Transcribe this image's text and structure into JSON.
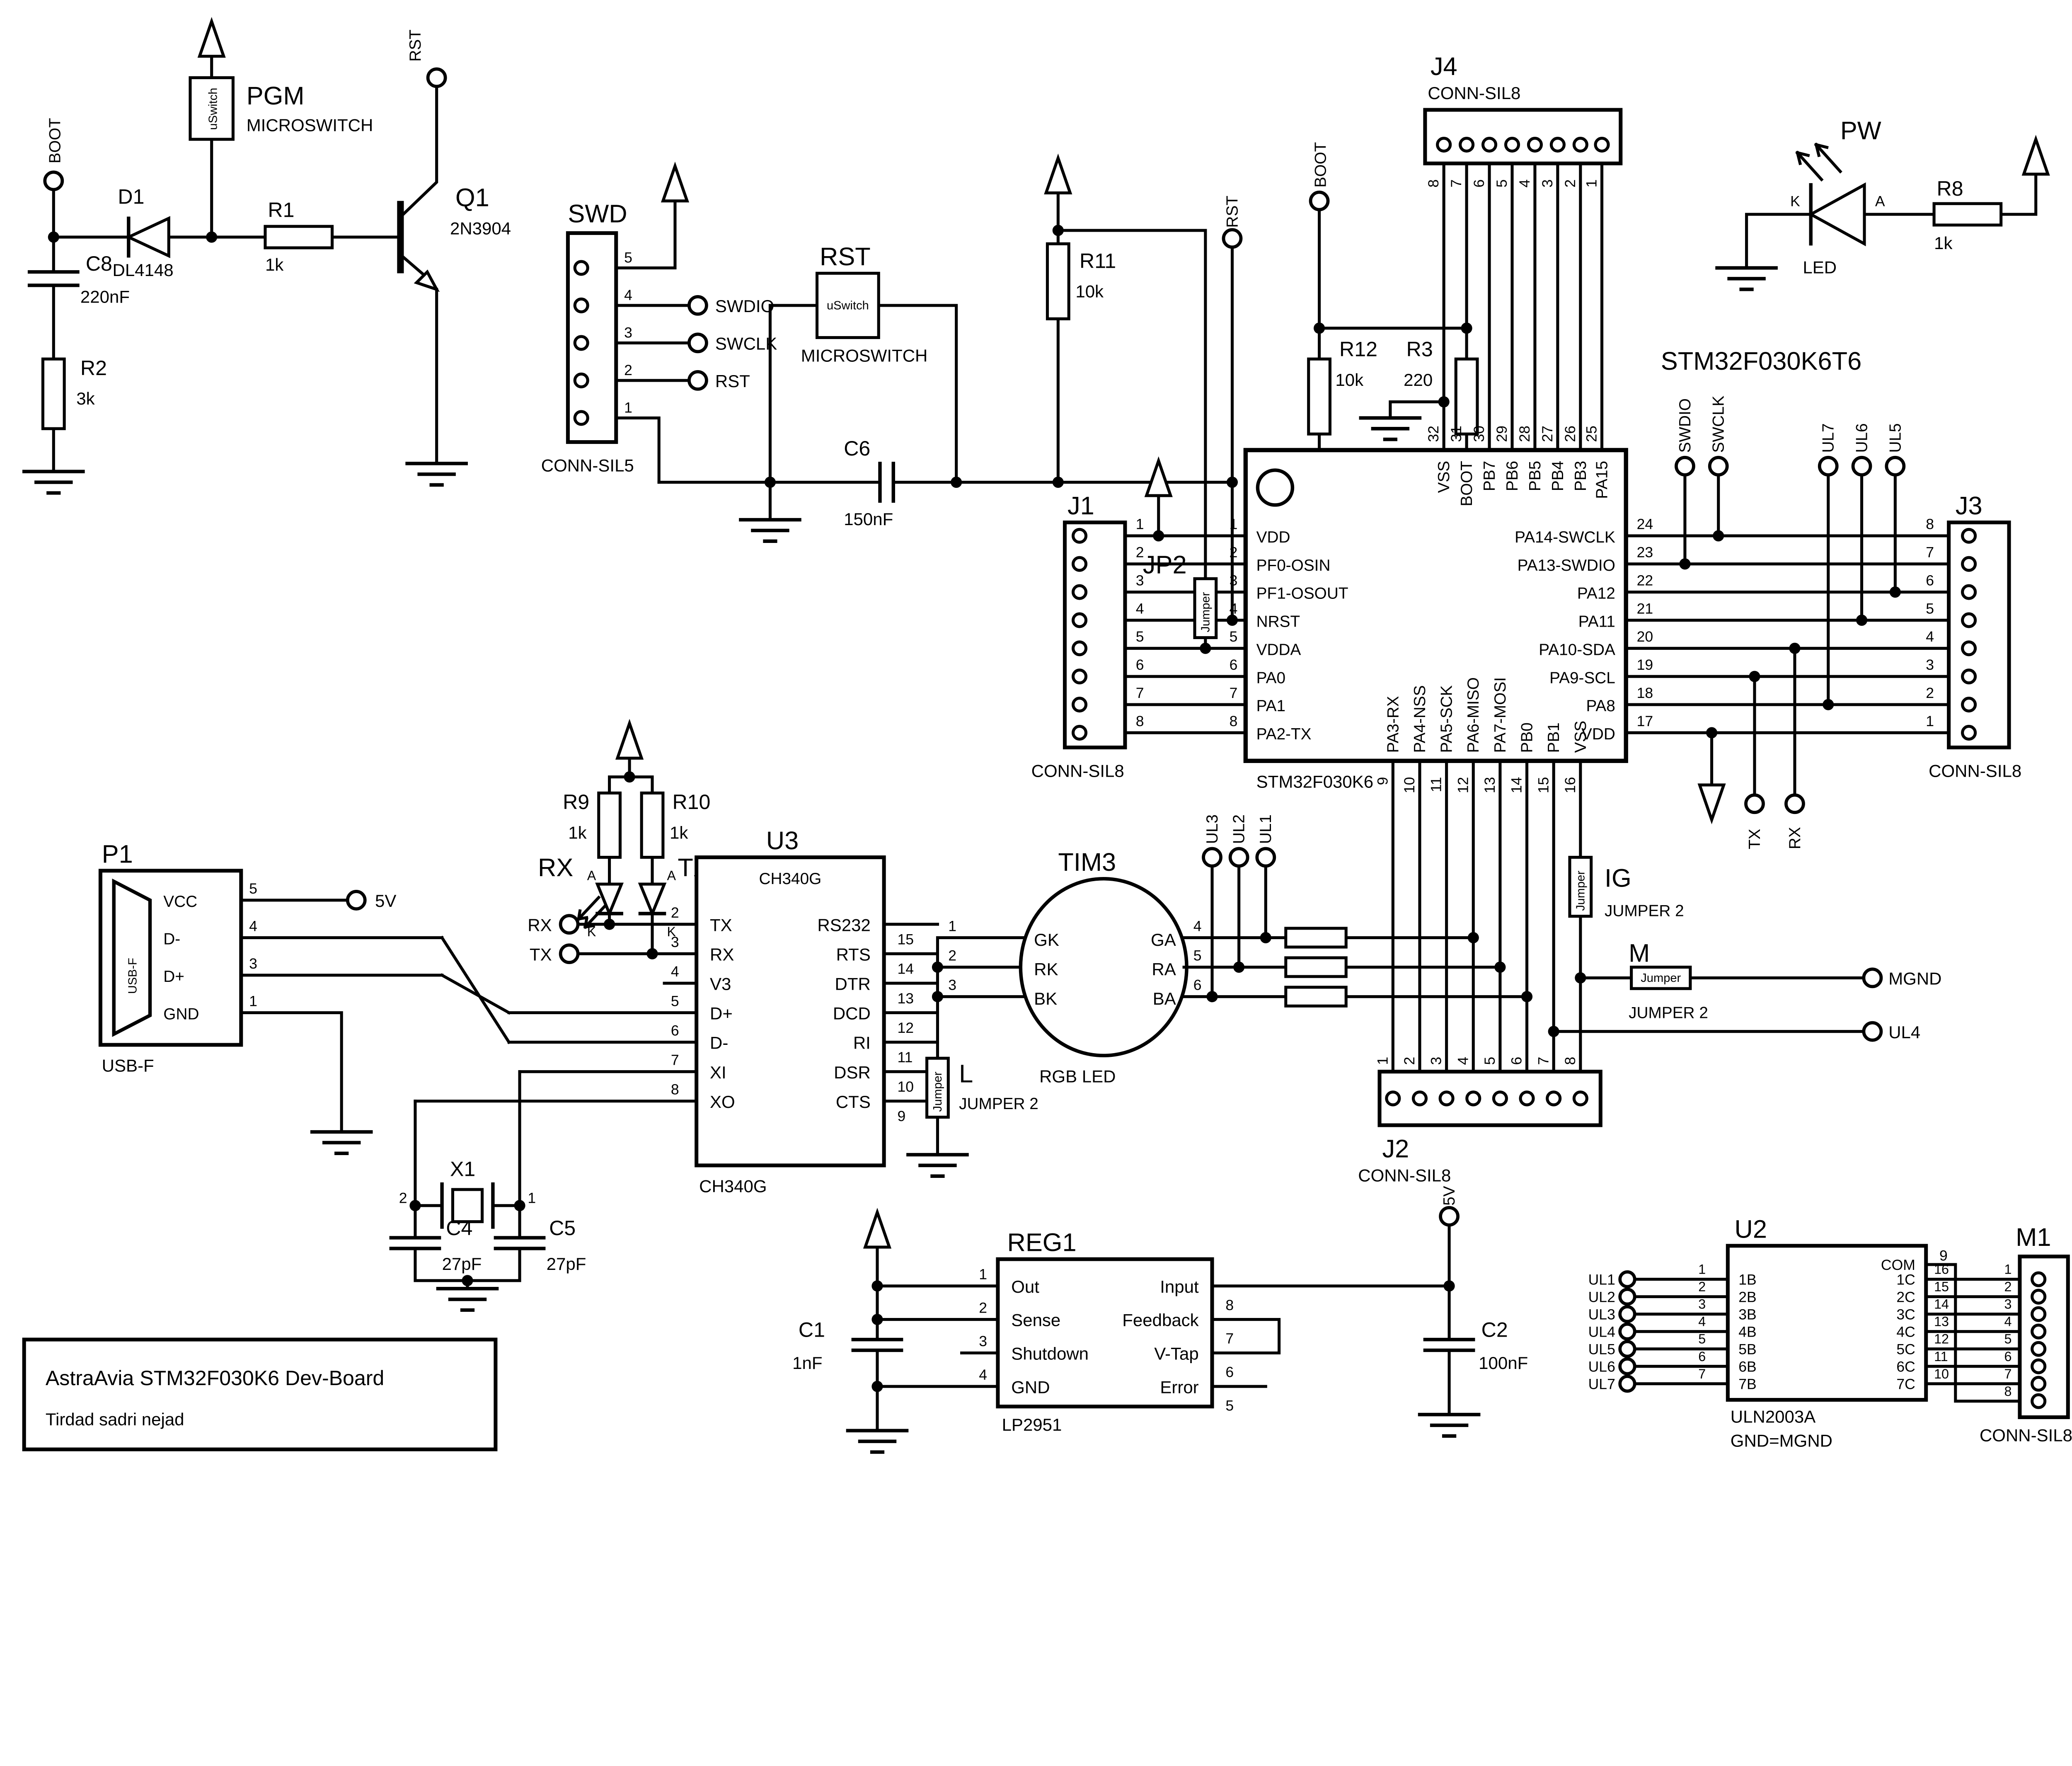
{
  "title": {
    "line1": "AstraAvia STM32F030K6 Dev-Board",
    "line2": "Tirdad sadri nejad"
  },
  "boot": {
    "ref": "BOOT"
  },
  "d1": {
    "ref": "D1",
    "val": "DL4148"
  },
  "c8": {
    "ref": "C8",
    "val": "220nF"
  },
  "r2": {
    "ref": "R2",
    "val": "3k"
  },
  "pgm": {
    "ref": "PGM",
    "val": "MICROSWITCH",
    "body": "uSwitch"
  },
  "r1": {
    "ref": "R1",
    "val": "1k"
  },
  "q1": {
    "ref": "Q1",
    "val": "2N3904",
    "rst": "RST"
  },
  "swd": {
    "ref": "SWD",
    "val": "CONN-SIL5",
    "p": [
      "5",
      "4",
      "3",
      "2",
      "1"
    ],
    "n": [
      "SWDIO",
      "SWCLK",
      "RST"
    ]
  },
  "rsw": {
    "ref": "RST",
    "val": "MICROSWITCH",
    "body": "uSwitch"
  },
  "c6": {
    "ref": "C6",
    "val": "150nF"
  },
  "r11": {
    "ref": "R11",
    "val": "10k"
  },
  "rstt": {
    "ref": "RST"
  },
  "jp2": {
    "ref": "JP2",
    "body": "Jumper"
  },
  "boot2": {
    "ref": "BOOT"
  },
  "r12": {
    "ref": "R12",
    "val": "10k"
  },
  "r3": {
    "ref": "R3",
    "val": "220"
  },
  "j4": {
    "ref": "J4",
    "val": "CONN-SIL8",
    "p": [
      "8",
      "7",
      "6",
      "5",
      "4",
      "3",
      "2",
      "1"
    ]
  },
  "pw": {
    "ref": "PW",
    "val": "LED",
    "k": "K",
    "a": "A"
  },
  "r8": {
    "ref": "R8",
    "val": "1k"
  },
  "chip": {
    "ref": "STM32F030K6T6",
    "sub": "STM32F030K6",
    "top": [
      [
        "32",
        "VSS"
      ],
      [
        "31",
        "BOOT"
      ],
      [
        "30",
        "PB7"
      ],
      [
        "29",
        "PB6"
      ],
      [
        "28",
        "PB5"
      ],
      [
        "27",
        "PB4"
      ],
      [
        "26",
        "PB3"
      ],
      [
        "25",
        "PA15"
      ]
    ],
    "left": [
      [
        "1",
        "VDD"
      ],
      [
        "2",
        "PF0-OSIN"
      ],
      [
        "3",
        "PF1-OSOUT"
      ],
      [
        "4",
        "NRST"
      ],
      [
        "5",
        "VDDA"
      ],
      [
        "6",
        "PA0"
      ],
      [
        "7",
        "PA1"
      ],
      [
        "8",
        "PA2-TX"
      ]
    ],
    "right": [
      [
        "24",
        "PA14-SWCLK"
      ],
      [
        "23",
        "PA13-SWDIO"
      ],
      [
        "22",
        "PA12"
      ],
      [
        "21",
        "PA11"
      ],
      [
        "20",
        "PA10-SDA"
      ],
      [
        "19",
        "PA9-SCL"
      ],
      [
        "18",
        "PA8"
      ],
      [
        "17",
        "VDD"
      ]
    ],
    "bottom": [
      [
        "9",
        "PA3-RX"
      ],
      [
        "10",
        "PA4-NSS"
      ],
      [
        "11",
        "PA5-SCK"
      ],
      [
        "12",
        "PA6-MISO"
      ],
      [
        "13",
        "PA7-MOSI"
      ],
      [
        "14",
        "PB0"
      ],
      [
        "15",
        "PB1"
      ],
      [
        "16",
        "VSS"
      ]
    ]
  },
  "j1": {
    "ref": "J1",
    "val": "CONN-SIL8",
    "p": [
      "1",
      "2",
      "3",
      "4",
      "5",
      "6",
      "7",
      "8"
    ]
  },
  "j3": {
    "ref": "J3",
    "val": "CONN-SIL8",
    "p": [
      "8",
      "7",
      "6",
      "5",
      "4",
      "3",
      "2",
      "1"
    ]
  },
  "j2": {
    "ref": "J2",
    "val": "CONN-SIL8",
    "p": [
      "1",
      "2",
      "3",
      "4",
      "5",
      "6",
      "7",
      "8"
    ]
  },
  "term": {
    "swdio": "SWDIO",
    "swclk": "SWCLK",
    "ul5": "UL5",
    "ul6": "UL6",
    "ul7": "UL7",
    "tx": "TX",
    "rx": "RX",
    "ul1": "UL1",
    "ul2": "UL2",
    "ul3": "UL3",
    "mgnd": "MGND",
    "ul4": "UL4",
    "v5": "5V"
  },
  "leds": {
    "rx": "RX",
    "tx": "TX",
    "a": "A",
    "k": "K"
  },
  "r9": {
    "ref": "R9",
    "val": "1k"
  },
  "r10": {
    "ref": "R10",
    "val": "1k"
  },
  "u3": {
    "ref": "U3",
    "val": "CH340G",
    "sub": "CH340G",
    "left": [
      [
        "2",
        "TX"
      ],
      [
        "3",
        "RX"
      ],
      [
        "4",
        "V3"
      ],
      [
        "5",
        "D+"
      ],
      [
        "6",
        "D-"
      ],
      [
        "7",
        "XI"
      ],
      [
        "8",
        "XO"
      ]
    ],
    "right": [
      [
        "15",
        "RS232"
      ],
      [
        "14",
        "RTS"
      ],
      [
        "13",
        "DTR"
      ],
      [
        "12",
        "DCD"
      ],
      [
        "11",
        "RI"
      ],
      [
        "10",
        "DSR"
      ],
      [
        "9",
        "CTS"
      ]
    ]
  },
  "p1": {
    "ref": "P1",
    "val": "USB-F",
    "body": "USB-F",
    "v5": "5V",
    "pins": [
      [
        "5",
        "VCC"
      ],
      [
        "4",
        "D-"
      ],
      [
        "3",
        "D+"
      ],
      [
        "1",
        "GND"
      ]
    ]
  },
  "x1": {
    "ref": "X1",
    "p1": "1",
    "p2": "2"
  },
  "c4": {
    "ref": "C4",
    "val": "27pF"
  },
  "c5": {
    "ref": "C5",
    "val": "27pF"
  },
  "tim3": {
    "ref": "TIM3",
    "val": "RGB LED",
    "gk": "GK",
    "ga": "GA",
    "rk": "RK",
    "ra": "RA",
    "bk": "BK",
    "ba": "BA",
    "lp": [
      "1",
      "2",
      "3"
    ],
    "rp": [
      "4",
      "5",
      "6"
    ]
  },
  "lj": {
    "ref": "L",
    "val": "JUMPER 2",
    "body": "Jumper"
  },
  "ig": {
    "ref": "IG",
    "val": "JUMPER 2",
    "body": "Jumper"
  },
  "mj": {
    "ref": "M",
    "val": "JUMPER 2",
    "body": "Jumper"
  },
  "reg1": {
    "ref": "REG1",
    "val": "LP2951",
    "left": [
      [
        "1",
        "Out"
      ],
      [
        "2",
        "Sense"
      ],
      [
        "3",
        "Shutdown"
      ],
      [
        "4",
        "GND"
      ]
    ],
    "right": [
      [
        "8",
        "Input"
      ],
      [
        "7",
        "Feedback"
      ],
      [
        "6",
        "V-Tap"
      ],
      [
        "5",
        "Error"
      ]
    ]
  },
  "c1": {
    "ref": "C1",
    "val": "1nF"
  },
  "c2": {
    "ref": "C2",
    "val": "100nF"
  },
  "u2": {
    "ref": "U2",
    "val": "ULN2003A",
    "note": "GND=MGND",
    "com": [
      "9",
      "COM"
    ],
    "left": [
      [
        "1",
        "1B"
      ],
      [
        "2",
        "2B"
      ],
      [
        "3",
        "3B"
      ],
      [
        "4",
        "4B"
      ],
      [
        "5",
        "5B"
      ],
      [
        "6",
        "6B"
      ],
      [
        "7",
        "7B"
      ]
    ],
    "right": [
      [
        "16",
        "1C"
      ],
      [
        "15",
        "2C"
      ],
      [
        "14",
        "3C"
      ],
      [
        "13",
        "4C"
      ],
      [
        "12",
        "5C"
      ],
      [
        "11",
        "6C"
      ],
      [
        "10",
        "7C"
      ]
    ],
    "uls": [
      "UL1",
      "UL2",
      "UL3",
      "UL4",
      "UL5",
      "UL6",
      "UL7"
    ]
  },
  "m1": {
    "ref": "M1",
    "val": "CONN-SIL8",
    "p": [
      "1",
      "2",
      "3",
      "4",
      "5",
      "6",
      "7",
      "8"
    ]
  }
}
